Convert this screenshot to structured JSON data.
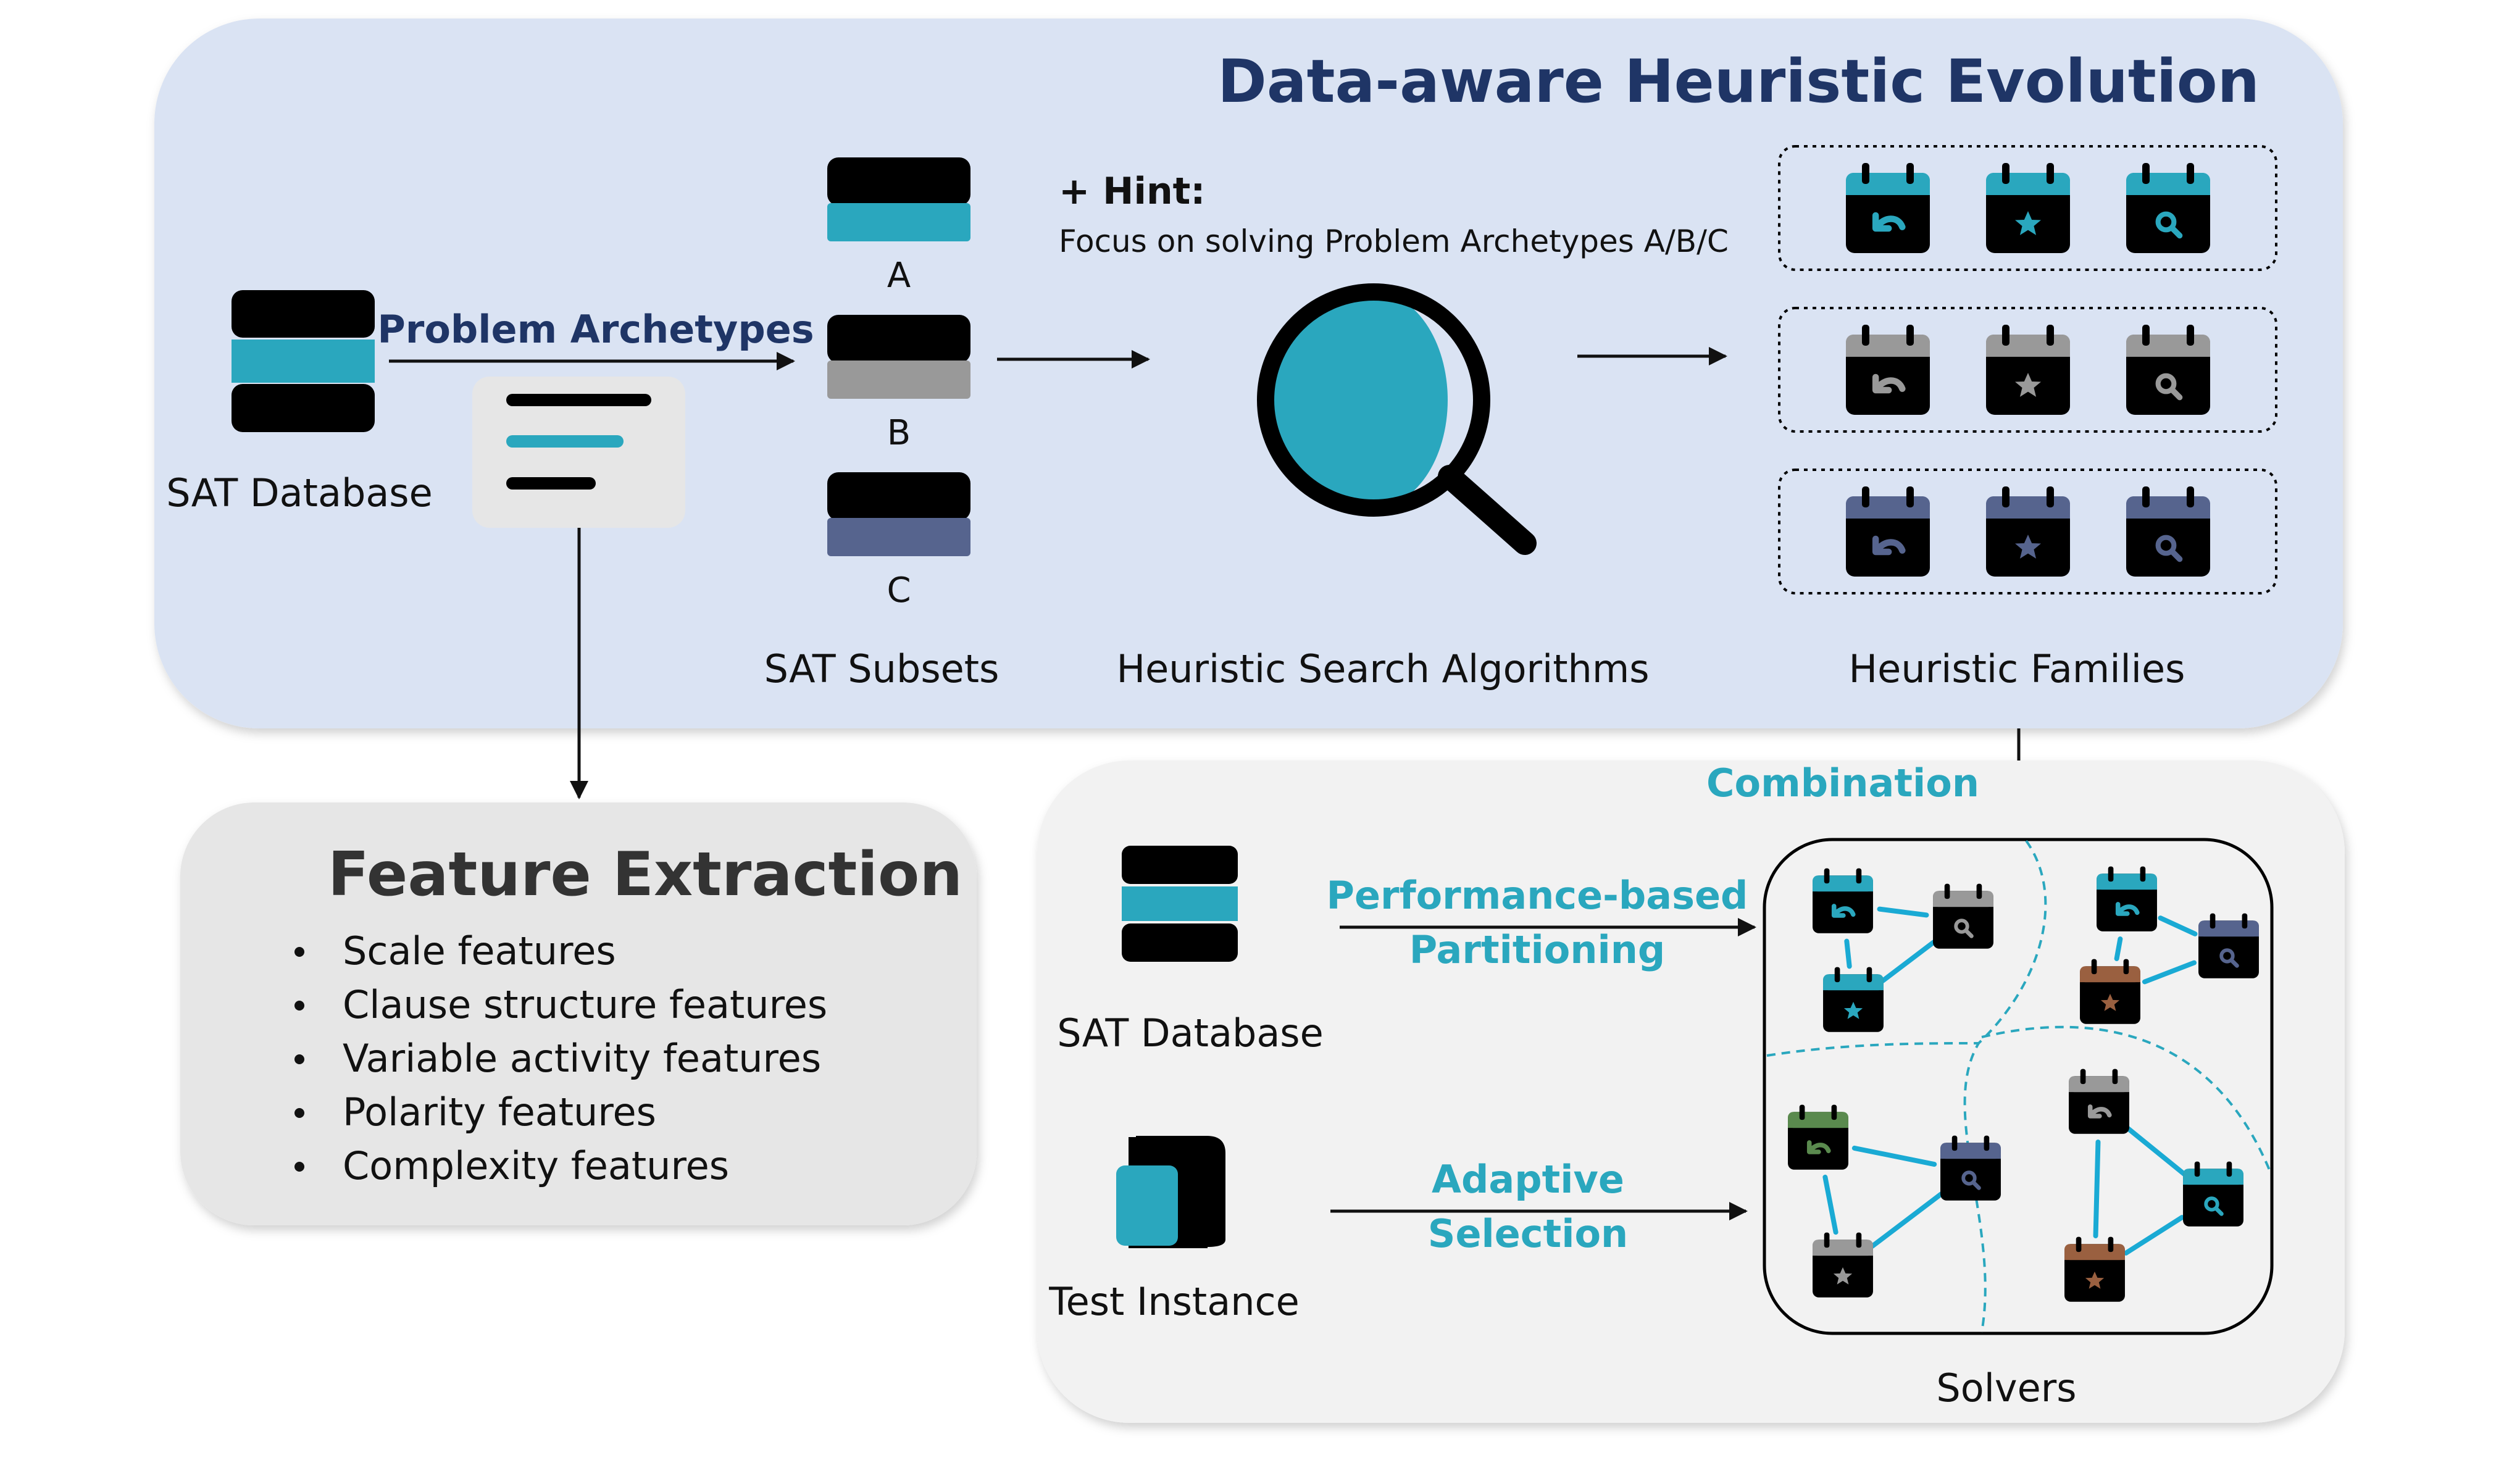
{
  "colors": {
    "teal": "#2aa7be",
    "navy": "#1f3566",
    "gray": "#999999",
    "slate": "#56648e",
    "green": "#5a8a4e",
    "brown": "#9a6040",
    "panel_blue": "#dae3f3",
    "panel_gray": "#f2f2f2",
    "feature_gray": "#e6e6e6"
  },
  "evolution": {
    "title": "Data-aware Heuristic Evolution",
    "sat_database": "SAT Database",
    "problem_archetypes": "Problem Archetypes",
    "subsets": [
      {
        "label": "A",
        "color": "#2aa7be"
      },
      {
        "label": "B",
        "color": "#999999"
      },
      {
        "label": "C",
        "color": "#56648e"
      }
    ],
    "sat_subsets": "SAT Subsets",
    "hint_title": "+ Hint:",
    "hint_text": "Focus on solving Problem Archetypes A/B/C",
    "search_label": "Heuristic Search Algorithms",
    "families_label": "Heuristic Families",
    "families": [
      {
        "color": "#2aa7be",
        "icons": [
          "undo-icon",
          "star-icon",
          "search-icon"
        ]
      },
      {
        "color": "#999999",
        "icons": [
          "undo-icon",
          "star-icon",
          "search-icon"
        ]
      },
      {
        "color": "#56648e",
        "icons": [
          "undo-icon",
          "star-icon",
          "search-icon"
        ]
      }
    ]
  },
  "features": {
    "title": "Feature Extraction",
    "items": [
      "Scale features",
      "Clause structure features",
      "Variable activity features",
      "Polarity features",
      "Complexity features"
    ]
  },
  "selection": {
    "combination": "Combination",
    "sat_database": "SAT Database",
    "partitioning_line1": "Performance-based",
    "partitioning_line2": "Partitioning",
    "test_instance": "Test Instance",
    "adaptive_line1": "Adaptive",
    "adaptive_line2": "Selection",
    "solvers": "Solvers"
  }
}
